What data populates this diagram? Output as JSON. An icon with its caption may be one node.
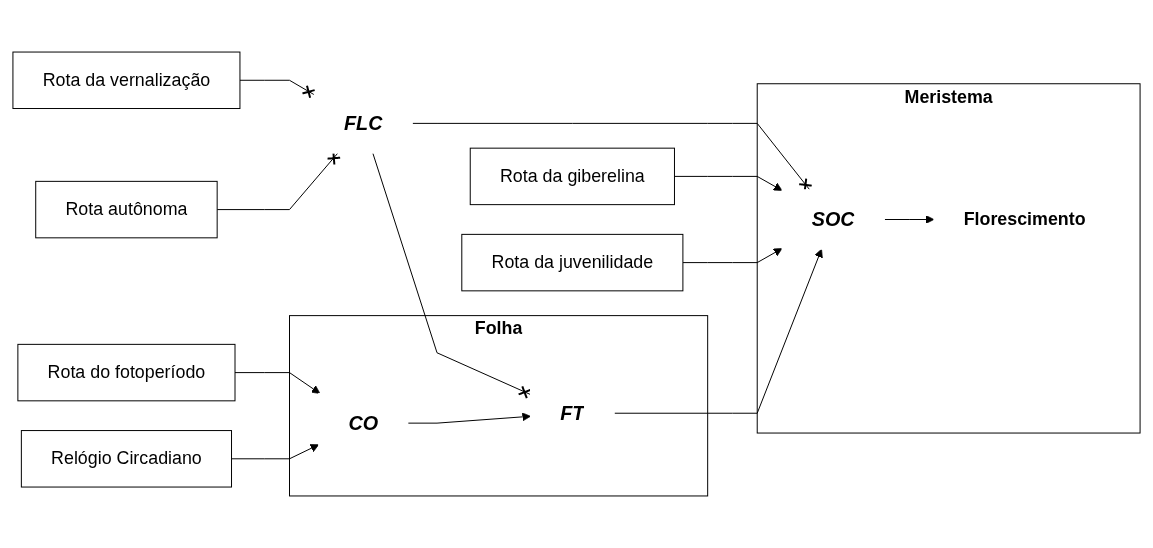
{
  "diagram": {
    "nodes": [
      {
        "text": [
          "Rota do fotoperíodo"
        ]
      },
      {
        "text": [
          "Rota da vernalização"
        ]
      },
      {
        "text": [
          "Rota autônoma"
        ]
      },
      {
        "text": [
          "Rota da giberelina"
        ]
      },
      {
        "text": [
          "Relógio Circadiano"
        ]
      },
      {
        "text": [
          "Folha"
        ]
      },
      {
        "text": [
          "FLC"
        ]
      },
      {
        "text": [
          "Meristema"
        ]
      },
      {
        "text": [
          "CO"
        ],
        "in": 5
      },
      {
        "text": [
          "FT"
        ],
        "in": 5
      },
      {
        "text": [
          "SOC"
        ],
        "in": 7
      },
      {
        "text": [
          "Rota da juvenilidade"
        ]
      },
      {
        "text": [
          "Florescimento"
        ],
        "in": 7
      }
    ],
    "edges": [
      {
        "from": 0,
        "to": 8,
        "arrow": "to"
      },
      {
        "from": 1,
        "to": 6,
        "arrow": "other"
      },
      {
        "from": 2,
        "to": 6,
        "arrow": "other"
      },
      {
        "from": 3,
        "to": 10,
        "arrow": "to"
      },
      {
        "from": 4,
        "to": 8,
        "arrow": "to"
      },
      {
        "from": 8,
        "to": 9,
        "arrow": "to"
      },
      {
        "from": 6,
        "to": 9,
        "arrow": "other"
      },
      {
        "from": 6,
        "to": 10,
        "arrow": "other"
      },
      {
        "from": 9,
        "to": 10,
        "arrow": "to"
      },
      {
        "from": 11,
        "to": 10,
        "arrow": "to"
      },
      {
        "from": 10,
        "to": 12,
        "arrow": "to"
      }
    ]
  }
}
